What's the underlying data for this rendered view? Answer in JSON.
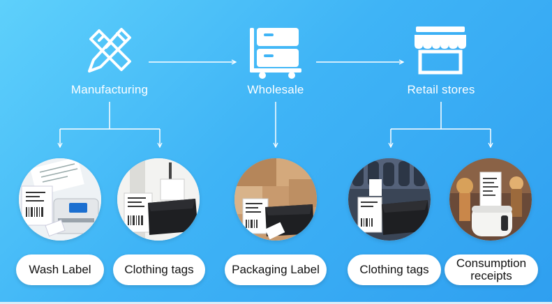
{
  "stages": [
    {
      "id": "manufacturing",
      "label": "Manufacturing",
      "icon": "ruler-pencil-icon"
    },
    {
      "id": "wholesale",
      "label": "Wholesale",
      "icon": "warehouse-cart-icon"
    },
    {
      "id": "retail",
      "label": "Retail stores",
      "icon": "storefront-icon"
    }
  ],
  "applications": [
    {
      "label": "Wash Label",
      "photo": "wash-label-printer-photo"
    },
    {
      "label": "Clothing tags",
      "photo": "clothing-tag-printer-photo"
    },
    {
      "label": "Packaging Label",
      "photo": "packaging-label-printer-photo"
    },
    {
      "label": "Clothing tags",
      "photo": "retail-clothing-tag-printer-photo"
    },
    {
      "label_line1": "Consumption",
      "label_line2": "receipts",
      "photo": "receipt-printer-photo"
    }
  ],
  "colors": {
    "background_start": "#5ed0fb",
    "background_end": "#2f9ff0",
    "line": "#ffffff",
    "pill": "#ffffff",
    "text": "#111111"
  }
}
